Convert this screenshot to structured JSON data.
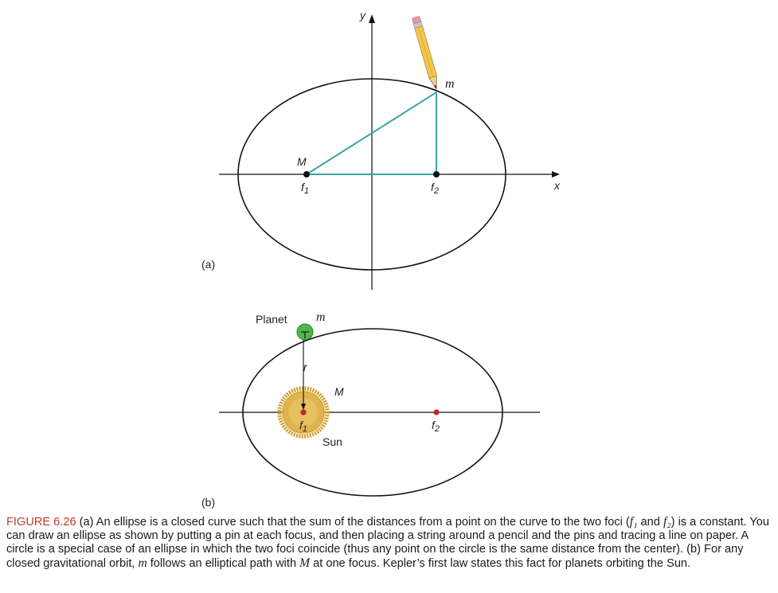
{
  "figure": {
    "panel_a": {
      "label": "(a)",
      "axis_y": "y",
      "axis_x": "x",
      "mass_M": "M",
      "mass_m": "m",
      "focus1_main": "f",
      "focus1_sub": "1",
      "focus2_main": "f",
      "focus2_sub": "2"
    },
    "panel_b": {
      "label": "(b)",
      "planet": "Planet",
      "mass_m": "m",
      "radius": "r",
      "mass_M": "M",
      "focus1_main": "f",
      "focus1_sub": "1",
      "focus2_main": "f",
      "focus2_sub": "2",
      "sun": "Sun"
    },
    "colors": {
      "line_teal": "#3aa6a6",
      "planet_green": "#4bb848",
      "focus_red": "#c0272d",
      "sun_gold": "#e0b44c",
      "pencil_yellow": "#f2c94c"
    }
  },
  "caption": {
    "figure_number": "FIGURE 6.26",
    "text_1": " (a) An ellipse is a closed curve such that the sum of the distances from a point on the curve to the two foci (",
    "f1": "f₁",
    "and": " and ",
    "f2": "f₂",
    "text_2": ") is a constant. You can draw an ellipse as shown by putting a pin at each focus, and then placing a string around a pencil and the pins and tracing a line on paper. A circle is a special case of an ellipse in which the two foci coincide (thus any point on the circle is the same distance from the center). (b) For any closed gravitational orbit, ",
    "m": "m",
    "text_3": " follows an elliptical path with ",
    "M": "M",
    "text_4": " at one focus. Kepler’s first law states this fact for planets orbiting the Sun."
  }
}
